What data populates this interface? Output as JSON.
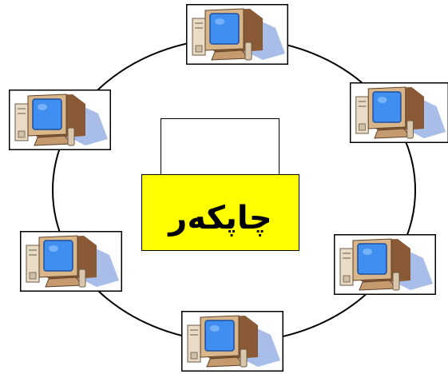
{
  "printer": {
    "label": "چاپکەر"
  },
  "nodes": [
    {
      "id": "computer-top"
    },
    {
      "id": "computer-upper-right"
    },
    {
      "id": "computer-lower-right"
    },
    {
      "id": "computer-bottom"
    },
    {
      "id": "computer-lower-left"
    },
    {
      "id": "computer-upper-left"
    }
  ],
  "colors": {
    "printer_fill": "#ffff00",
    "screen": "#3f8ef0",
    "monitor_body": "#d9b58a",
    "shadow": "#a8bde8",
    "ring": "#000000"
  }
}
